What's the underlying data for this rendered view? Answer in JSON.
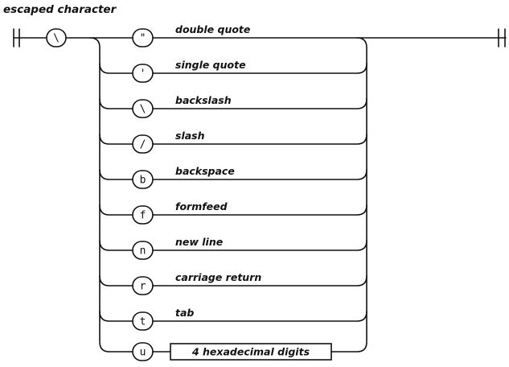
{
  "title": "escaped character",
  "start_terminal": "\\",
  "options": [
    {
      "symbol": "\"",
      "label": "double quote"
    },
    {
      "symbol": "'",
      "label": "single quote"
    },
    {
      "symbol": "\\",
      "label": "backslash"
    },
    {
      "symbol": "/",
      "label": "slash"
    },
    {
      "symbol": "b",
      "label": "backspace"
    },
    {
      "symbol": "f",
      "label": "formfeed"
    },
    {
      "symbol": "n",
      "label": "new line"
    },
    {
      "symbol": "r",
      "label": "carriage return"
    },
    {
      "symbol": "t",
      "label": "tab"
    },
    {
      "symbol": "u",
      "label": ""
    }
  ],
  "hex_box_label": "4 hexadecimal digits"
}
